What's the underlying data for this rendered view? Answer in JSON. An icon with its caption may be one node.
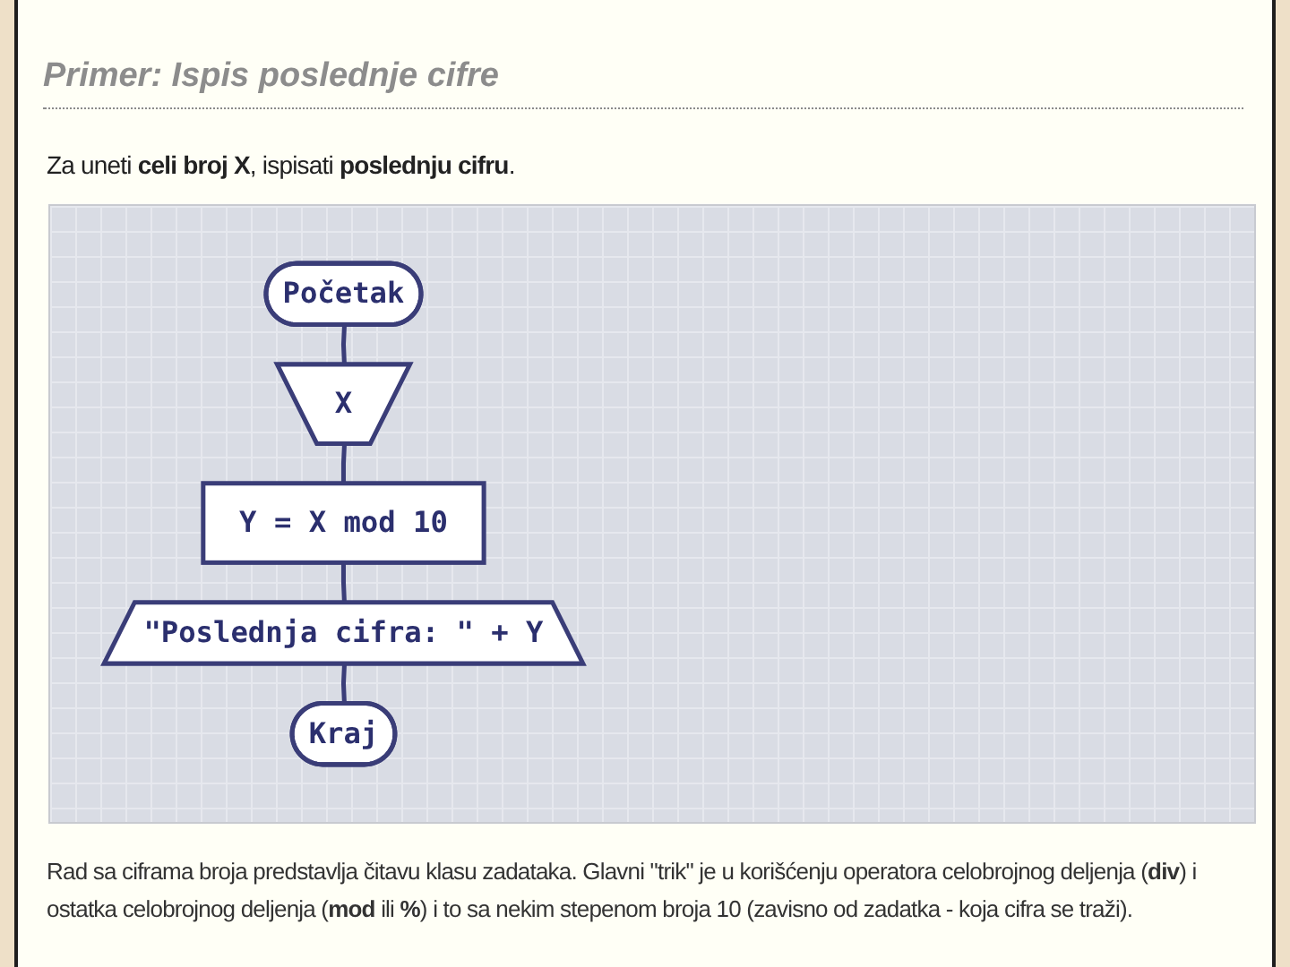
{
  "diagram": {
    "title": "Primer: Ispis poslednje cifre",
    "caption": "Rad sa ciframa broja predstavlja čitavu klasu zadataka. Glavni \"trik\" je u korišćenju operatora celobrojnog deljenja (**div**) i ostatka celobrojnog deljenja (**mod** ili **%**) i to sa nekim stepenom broja 10 (zavisno od zadatka - koja cifra se traži).",
    "nodes": [
      {
        "text": [
          "Početak"
        ]
      },
      {
        "text": [
          "X"
        ]
      },
      {
        "text": [
          "Y = X mod 10"
        ]
      },
      {
        "text": [
          "\"Poslednja cifra: \" + Y"
        ]
      },
      {
        "text": [
          "Kraj"
        ]
      }
    ],
    "edges": [
      {
        "from": 0,
        "to": 1,
        "arrow": "none"
      },
      {
        "from": 1,
        "to": 2,
        "arrow": "none"
      },
      {
        "from": 2,
        "to": 3,
        "arrow": "none"
      },
      {
        "from": 3,
        "to": 4,
        "arrow": "none"
      }
    ],
    "labels": [
      "Za uneti **celi broj X**, ispisati **poslednju cifru**."
    ]
  }
}
